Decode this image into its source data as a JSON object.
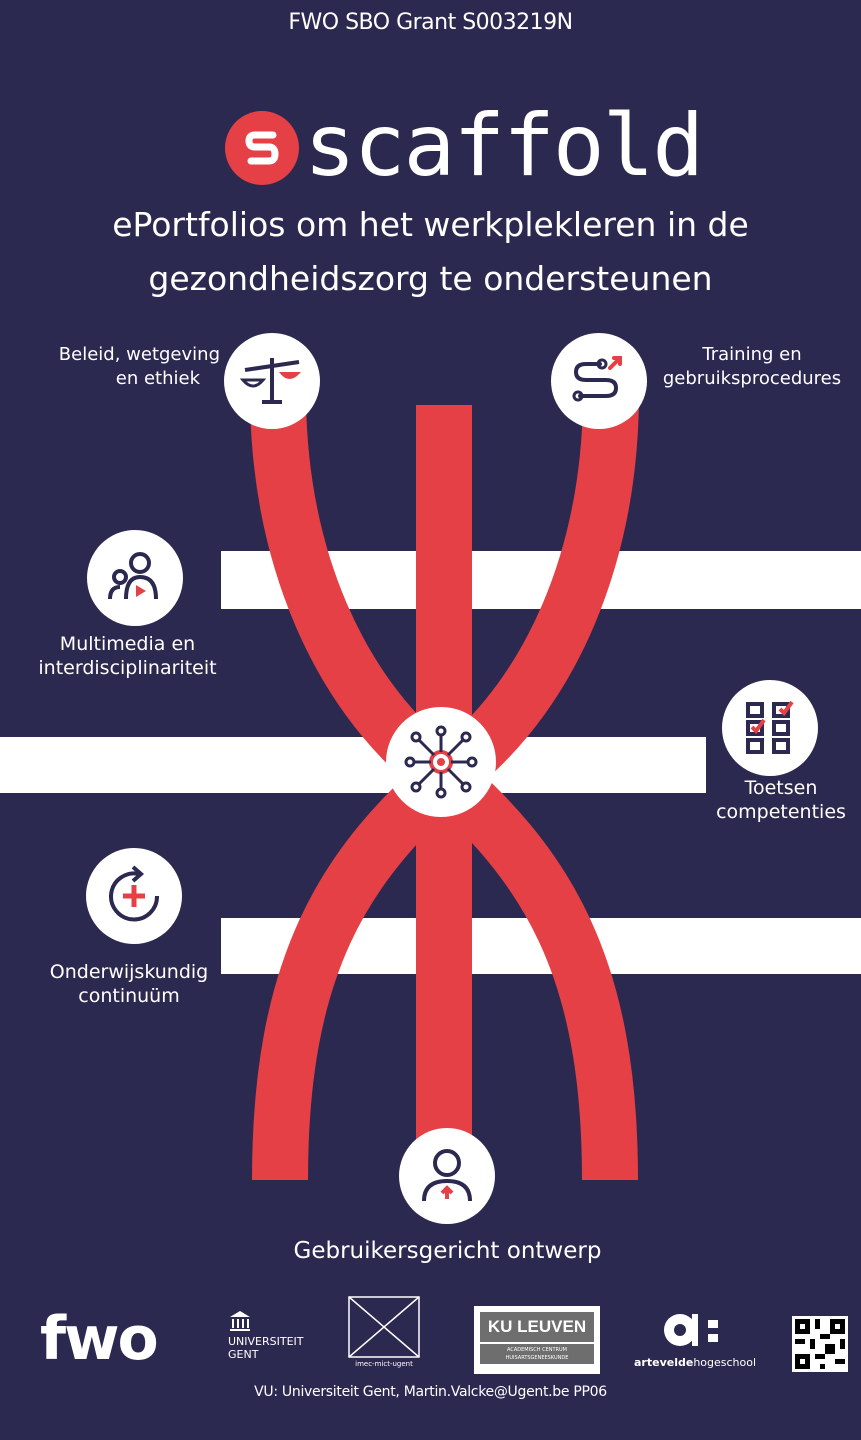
{
  "header": {
    "grant": "FWO SBO Grant S003219N",
    "brand": "scaffold",
    "subtitle_line1": "ePortfolios om het werkplekleren in de",
    "subtitle_line2": "gezondheidszorg te ondersteunen"
  },
  "topics": {
    "policy": {
      "line1": "Beleid, wetgeving",
      "line2": "en ethiek",
      "icon": "scales-icon"
    },
    "training": {
      "line1": "Training en",
      "line2": "gebruiksprocedures",
      "icon": "route-icon"
    },
    "multimedia": {
      "line1": "Multimedia en",
      "line2": "interdisciplinariteit",
      "icon": "people-video-icon"
    },
    "tests": {
      "line1": "Toetsen",
      "line2": "competenties",
      "icon": "checklist-icon"
    },
    "continuum": {
      "line1": "Onderwijskundig",
      "line2": "continuüm",
      "icon": "cycle-plus-icon"
    },
    "user": {
      "line1": "Gebruikersgericht ontwerp",
      "icon": "user-icon"
    },
    "hub": {
      "icon": "network-hub-icon"
    }
  },
  "sponsors": {
    "fwo": "fwo",
    "ugent_line1": "UNIVERSITEIT",
    "ugent_line2": "GENT",
    "imec": "imec-mict-ugent",
    "kuleuven": "KU LEUVEN",
    "kuleuven_sub1": "ACADEMISCH CENTRUM",
    "kuleuven_sub2": "HUISARTSGENEESKUNDE",
    "artevelde_a": "artevelde",
    "artevelde_b": "hogeschool"
  },
  "footer": {
    "text": "VU: Universiteit Gent,  Martin.Valcke@Ugent.be PP06"
  },
  "colors": {
    "background": "#2c2950",
    "accent": "#e54045",
    "white": "#ffffff"
  }
}
